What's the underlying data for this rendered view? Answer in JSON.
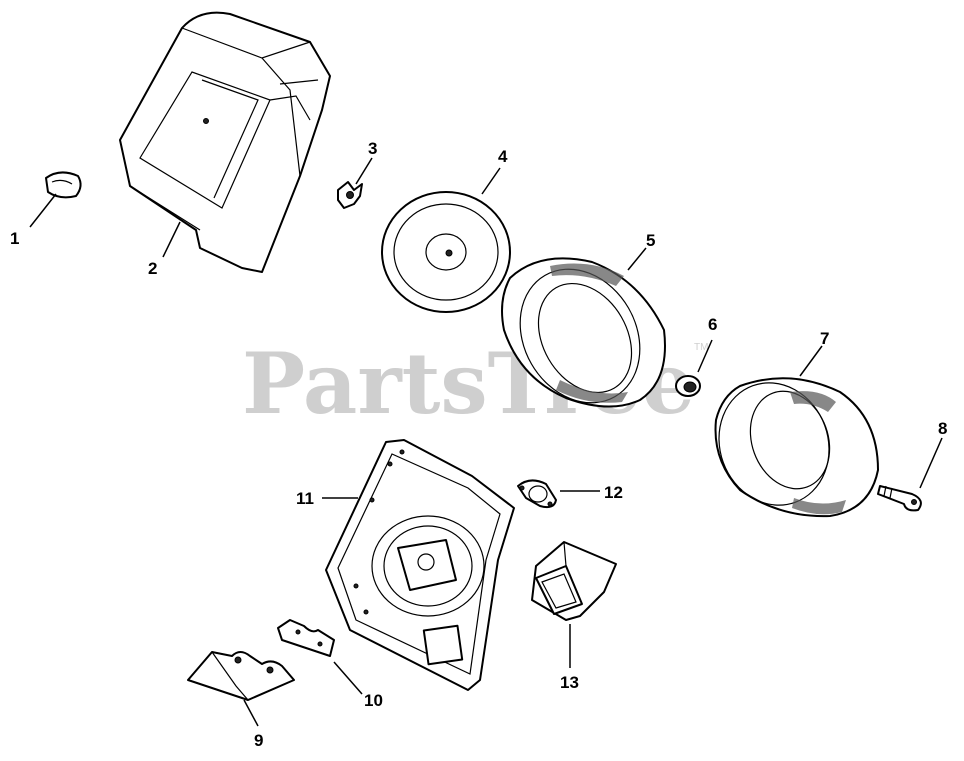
{
  "watermark": {
    "text": "PartsTree",
    "trademark": "TM"
  },
  "callouts": [
    {
      "id": "1",
      "label": "1"
    },
    {
      "id": "2",
      "label": "2"
    },
    {
      "id": "3",
      "label": "3"
    },
    {
      "id": "4",
      "label": "4"
    },
    {
      "id": "5",
      "label": "5"
    },
    {
      "id": "6",
      "label": "6"
    },
    {
      "id": "7",
      "label": "7"
    },
    {
      "id": "8",
      "label": "8"
    },
    {
      "id": "9",
      "label": "9"
    },
    {
      "id": "10",
      "label": "10"
    },
    {
      "id": "11",
      "label": "11"
    },
    {
      "id": "12",
      "label": "12"
    },
    {
      "id": "13",
      "label": "13"
    }
  ]
}
